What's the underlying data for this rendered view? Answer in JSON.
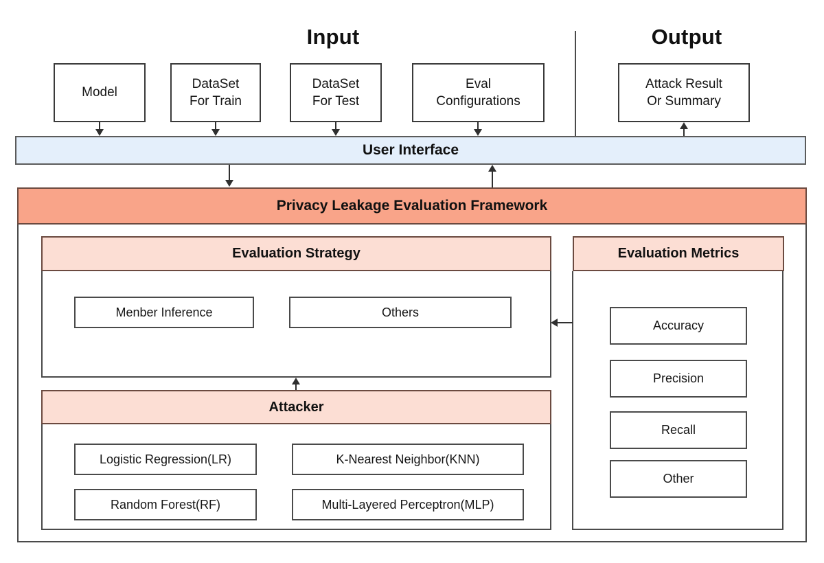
{
  "sections": {
    "input_title": "Input",
    "output_title": "Output"
  },
  "input_boxes": [
    {
      "label": "Model"
    },
    {
      "label": "DataSet\nFor Train"
    },
    {
      "label": "DataSet\nFor Test"
    },
    {
      "label": "Eval\nConfigurations"
    }
  ],
  "output_boxes": [
    {
      "label": "Attack Result\nOr Summary"
    }
  ],
  "user_interface": {
    "label": "User Interface"
  },
  "framework": {
    "title": "Privacy Leakage Evaluation Framework"
  },
  "evaluation_strategy": {
    "title": "Evaluation Strategy",
    "items": [
      {
        "label": "Menber Inference"
      },
      {
        "label": "Others"
      }
    ]
  },
  "attacker": {
    "title": "Attacker",
    "items": [
      {
        "label": "Logistic Regression(LR)"
      },
      {
        "label": "K-Nearest Neighbor(KNN)"
      },
      {
        "label": "Random Forest(RF)"
      },
      {
        "label": "Multi-Layered Perceptron(MLP)"
      }
    ]
  },
  "evaluation_metrics": {
    "title": "Evaluation Metrics",
    "items": [
      {
        "label": "Accuracy"
      },
      {
        "label": "Precision"
      },
      {
        "label": "Recall"
      },
      {
        "label": "Other"
      }
    ]
  },
  "colors": {
    "framework_header": "#f9a489",
    "panel_header": "#fcded4",
    "user_interface": "#e4effb",
    "border": "#4a4a4a",
    "connector": "#2f2f2f",
    "text": "#111111"
  }
}
